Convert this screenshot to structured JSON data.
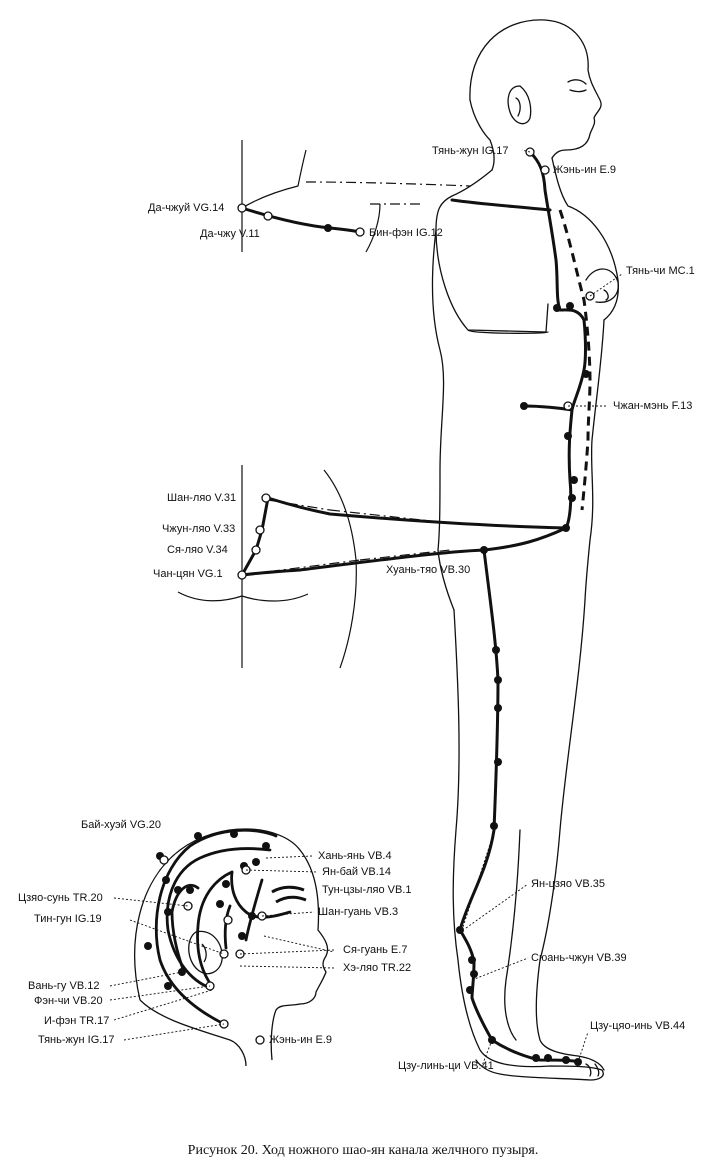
{
  "caption": "Рисунок 20. Ход ножного шао-ян канала желчного пузыря.",
  "labels": {
    "tian_zhun_top": "Тянь-жун IG.17",
    "zhen_in": "Жэнь-ин E.9",
    "da_zhui": "Да-чжуй VG.14",
    "da_zhu": "Да-чжу V.11",
    "bin_feng": "Бин-фэн IG.12",
    "tian_chi": "Тянь-чи MC.1",
    "zhan_men": "Чжан-мэнь F.13",
    "shan_liao": "Шан-ляо V.31",
    "zhun_liao": "Чжун-ляо V.33",
    "sia_liao": "Ся-ляо V.34",
    "chan_qiang": "Чан-цян VG.1",
    "huan_tiao": "Хуань-тяо VB.30",
    "bai_hui": "Бай-хуэй VG.20",
    "han_yan": "Хань-янь VB.4",
    "yan_bai": "Ян-бай VB.14",
    "tong_zi_liao": "Тун-цзы-ляо VB.1",
    "shang_guan": "Шан-гуань VB.3",
    "jiao_sun": "Цзяо-сунь TR.20",
    "ting_gun": "Тин-гун IG.19",
    "sia_guan": "Ся-гуань E.7",
    "he_liao": "Хэ-ляо TR.22",
    "wan_gu": "Вань-гу VB.12",
    "feng_chi": "Фэн-чи VB.20",
    "yi_feng": "И-фэн TR.17",
    "tian_zhun_head": "Тянь-жун IG.17",
    "zhen_in_head": "Жэнь-ин E.9",
    "yan_ling": "Ян-цзяо VB.35",
    "xuan_zhong": "Сюань-чжун VB.39",
    "zu_qiao_yin": "Цзу-цяо-инь VB.44",
    "zu_lin_qi": "Цзу-линь-ци VB.41"
  }
}
